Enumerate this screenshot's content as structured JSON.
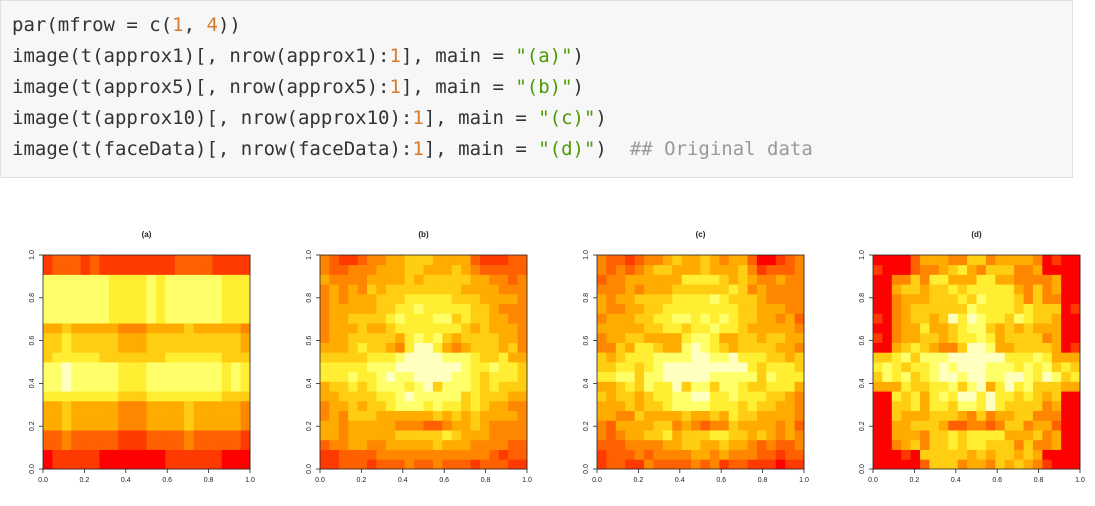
{
  "code": {
    "lines": [
      [
        {
          "t": "par(mfrow = c(",
          "c": "plain"
        },
        {
          "t": "1",
          "c": "num"
        },
        {
          "t": ", ",
          "c": "plain"
        },
        {
          "t": "4",
          "c": "num"
        },
        {
          "t": "))",
          "c": "plain"
        }
      ],
      [
        {
          "t": "image(t(approx1)[, nrow(approx1):",
          "c": "plain"
        },
        {
          "t": "1",
          "c": "num"
        },
        {
          "t": "], main = ",
          "c": "plain"
        },
        {
          "t": "\"(a)\"",
          "c": "str"
        },
        {
          "t": ")",
          "c": "plain"
        }
      ],
      [
        {
          "t": "image(t(approx5)[, nrow(approx5):",
          "c": "plain"
        },
        {
          "t": "1",
          "c": "num"
        },
        {
          "t": "], main = ",
          "c": "plain"
        },
        {
          "t": "\"(b)\"",
          "c": "str"
        },
        {
          "t": ")",
          "c": "plain"
        }
      ],
      [
        {
          "t": "image(t(approx10)[, nrow(approx10):",
          "c": "plain"
        },
        {
          "t": "1",
          "c": "num"
        },
        {
          "t": "], main = ",
          "c": "plain"
        },
        {
          "t": "\"(c)\"",
          "c": "str"
        },
        {
          "t": ")",
          "c": "plain"
        }
      ],
      [
        {
          "t": "image(t(faceData)[, nrow(faceData):",
          "c": "plain"
        },
        {
          "t": "1",
          "c": "num"
        },
        {
          "t": "], main = ",
          "c": "plain"
        },
        {
          "t": "\"(d)\"",
          "c": "str"
        },
        {
          "t": ")  ",
          "c": "plain"
        },
        {
          "t": "## Original data",
          "c": "cmt"
        }
      ]
    ]
  },
  "colors": {
    "code_number": "#d77a2b",
    "code_string": "#4e9a06",
    "code_comment": "#999999",
    "heat_palette": [
      "#ff0000",
      "#ff3a00",
      "#ff6000",
      "#ff8700",
      "#ffab00",
      "#ffcd12",
      "#ffee32",
      "#ffff6a",
      "#ffffbf"
    ]
  },
  "chart_data": [
    {
      "type": "heatmap",
      "title": "(a)",
      "xlim": [
        0,
        1
      ],
      "ylim": [
        0,
        1
      ],
      "xticks": [
        "0.0",
        "0.2",
        "0.4",
        "0.6",
        "0.8",
        "1.0"
      ],
      "yticks": [
        "0.0",
        "0.2",
        "0.4",
        "0.6",
        "0.8",
        "1.0"
      ],
      "colormap": "heat.colors",
      "rank": 1,
      "description_values": "rank-1 approximation: horizontal bands — red bottom rows, orange/yellow middle, bright band near y=0.4, yellow upper band, red top row"
    },
    {
      "type": "heatmap",
      "title": "(b)",
      "xlim": [
        0,
        1
      ],
      "ylim": [
        0,
        1
      ],
      "xticks": [
        "0.0",
        "0.2",
        "0.4",
        "0.6",
        "0.8",
        "1.0"
      ],
      "yticks": [
        "0.0",
        "0.2",
        "0.4",
        "0.6",
        "0.8",
        "1.0"
      ],
      "colormap": "heat.colors",
      "rank": 5
    },
    {
      "type": "heatmap",
      "title": "(c)",
      "xlim": [
        0,
        1
      ],
      "ylim": [
        0,
        1
      ],
      "xticks": [
        "0.0",
        "0.2",
        "0.4",
        "0.6",
        "0.8",
        "1.0"
      ],
      "yticks": [
        "0.0",
        "0.2",
        "0.4",
        "0.6",
        "0.8",
        "1.0"
      ],
      "colormap": "heat.colors",
      "rank": 10
    },
    {
      "type": "heatmap",
      "title": "(d)",
      "xlim": [
        0,
        1
      ],
      "ylim": [
        0,
        1
      ],
      "xticks": [
        "0.0",
        "0.2",
        "0.4",
        "0.6",
        "0.8",
        "1.0"
      ],
      "yticks": [
        "0.0",
        "0.2",
        "0.4",
        "0.6",
        "0.8",
        "1.0"
      ],
      "colormap": "heat.colors",
      "rank": "full"
    }
  ]
}
